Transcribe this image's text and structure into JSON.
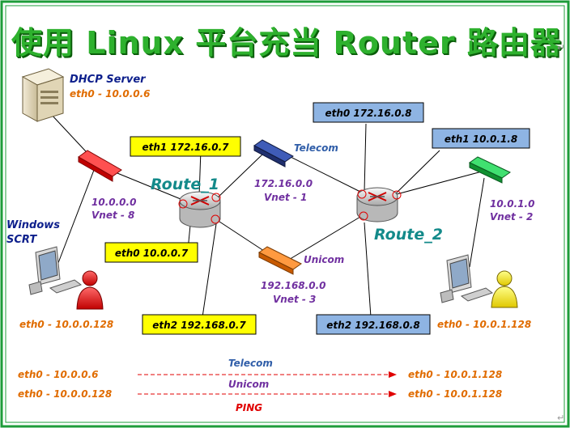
{
  "title": "使用 Linux 平台充当 Router 路由器",
  "dhcp_server": {
    "name": "DHCP Server",
    "eth": "eth0 - 10.0.0.6"
  },
  "windows_scrt": {
    "line1": "Windows",
    "line2": "SCRT"
  },
  "left_client_eth": "eth0 - 10.0.0.128",
  "right_client_eth": "eth0 - 10.0.1.128",
  "route1": {
    "label": "Route_1",
    "eth0": "eth0 10.0.0.7",
    "eth1": "eth1 172.16.0.7",
    "eth2": "eth2 192.168.0.7"
  },
  "route2": {
    "label": "Route_2",
    "eth0": "eth0 172.16.0.8",
    "eth1": "eth1 10.0.1.8",
    "eth2": "eth2 192.168.0.8"
  },
  "networks": {
    "vnet8": {
      "addr": "10.0.0.0",
      "name": "Vnet - 8"
    },
    "vnet1": {
      "addr": "172.16.0.0",
      "name": "Vnet - 1"
    },
    "vnet3": {
      "addr": "192.168.0.0",
      "name": "Vnet - 3"
    },
    "vnet2": {
      "addr": "10.0.1.0",
      "name": "Vnet - 2"
    }
  },
  "switches": {
    "telecom": "Telecom",
    "unicom": "Unicom"
  },
  "legend": {
    "row1": {
      "from": "eth0 - 10.0.0.6",
      "label": "Telecom",
      "to": "eth0 - 10.0.1.128"
    },
    "row2": {
      "from": "eth0 - 10.0.0.128",
      "label": "Unicom",
      "to": "eth0 - 10.0.1.128"
    },
    "ping": "PING"
  },
  "colors": {
    "title_green": "#2eb12e",
    "frame_green": "#1e9c3a",
    "yellow_box": "#ffff00",
    "blue_box": "#8eb4e3",
    "red_switch": "#e02020",
    "blue_switch": "#2a3f8f",
    "orange_switch": "#e87722",
    "green_switch": "#20b040",
    "purple_text": "#7030a0",
    "orange_text": "#e06c00",
    "red_text": "#e02020",
    "navy_text": "#0d1f8c",
    "teal_text": "#138a8a"
  }
}
